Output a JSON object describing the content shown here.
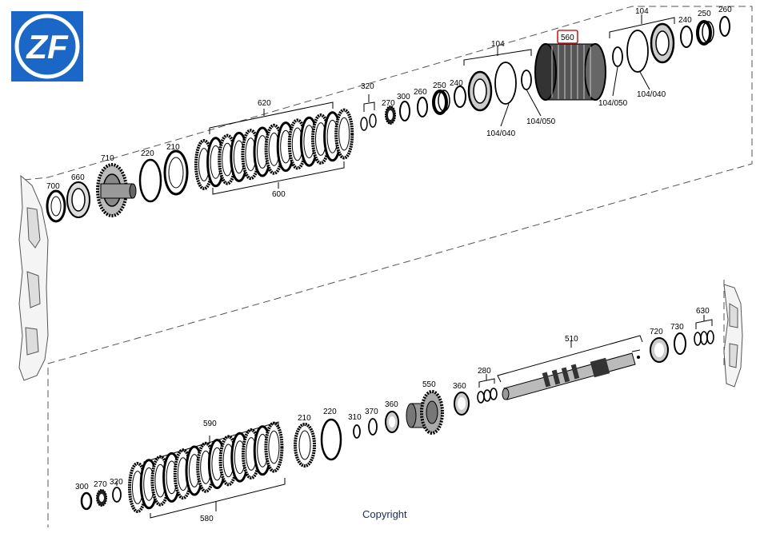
{
  "brand": {
    "logo_text": "ZF",
    "color": "#1b67c8"
  },
  "footer": {
    "copyright": "Copyright"
  },
  "highlight_color": "#d02020",
  "labels": {
    "l104a": "104",
    "l104b": "104",
    "l240a": "240",
    "l250a": "250",
    "l260a": "260",
    "l560": "560",
    "l104_050a": "104/050",
    "l104_040a": "104/040",
    "l104_050b": "104/050",
    "l104_040b": "104/040",
    "l240b": "240",
    "l250b": "250",
    "l260b": "260",
    "l300a": "300",
    "l270a": "270",
    "l320a": "320",
    "l620": "620",
    "l600": "600",
    "l710": "710",
    "l220a": "220",
    "l210a": "210",
    "l700": "700",
    "l660": "660",
    "l510": "510",
    "l720": "720",
    "l730": "730",
    "l630": "630",
    "l280": "280",
    "l550": "550",
    "l360a": "360",
    "l360b": "360",
    "l370": "370",
    "l310": "310",
    "l220b": "220",
    "l210b": "210",
    "l590": "590",
    "l580": "580",
    "l300b": "300",
    "l270b": "270",
    "l320b": "320"
  }
}
